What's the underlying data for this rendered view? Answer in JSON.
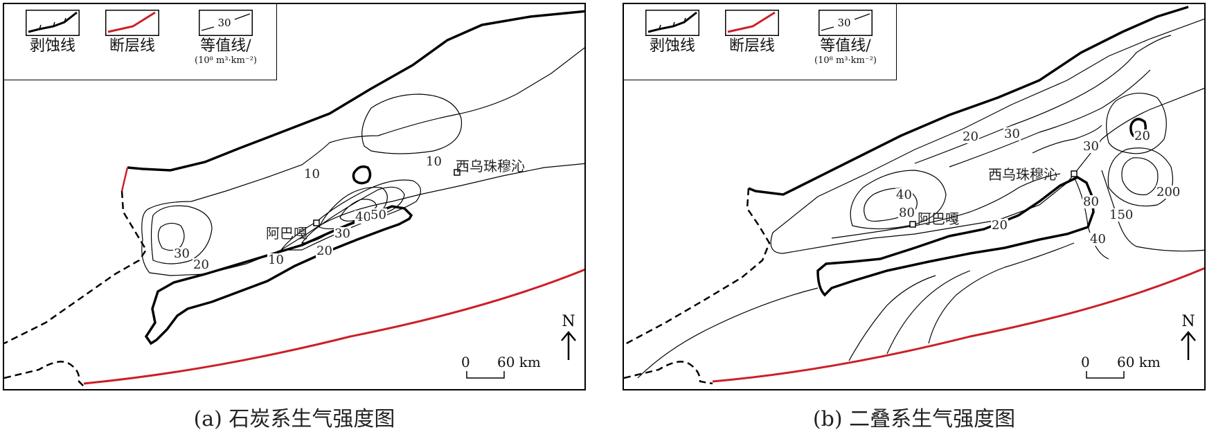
{
  "legend": {
    "erosion_line": "剥蚀线",
    "fault_line": "断层线",
    "contour_line": "等值线/",
    "contour_sample": "30",
    "contour_unit": "(10⁸ m³·km⁻²)"
  },
  "colors": {
    "fault": "#cc1f26",
    "line": "#000000"
  },
  "panel_a": {
    "caption": "(a) 石炭系生气强度图",
    "places": [
      "西乌珠穆沁",
      "阿巴嘎"
    ],
    "contour_labels": [
      "10",
      "10",
      "10",
      "20",
      "20",
      "30",
      "30",
      "40",
      "50"
    ],
    "scale_zero": "0",
    "scale_label": "60 km",
    "north": "N"
  },
  "panel_b": {
    "caption": "(b) 二叠系生气强度图",
    "places": [
      "西乌珠穆沁",
      "阿巴嘎"
    ],
    "contour_labels": [
      "20",
      "30",
      "40",
      "80",
      "20",
      "30",
      "80",
      "40",
      "20",
      "200",
      "150"
    ],
    "scale_zero": "0",
    "scale_label": "60 km",
    "north": "N"
  }
}
